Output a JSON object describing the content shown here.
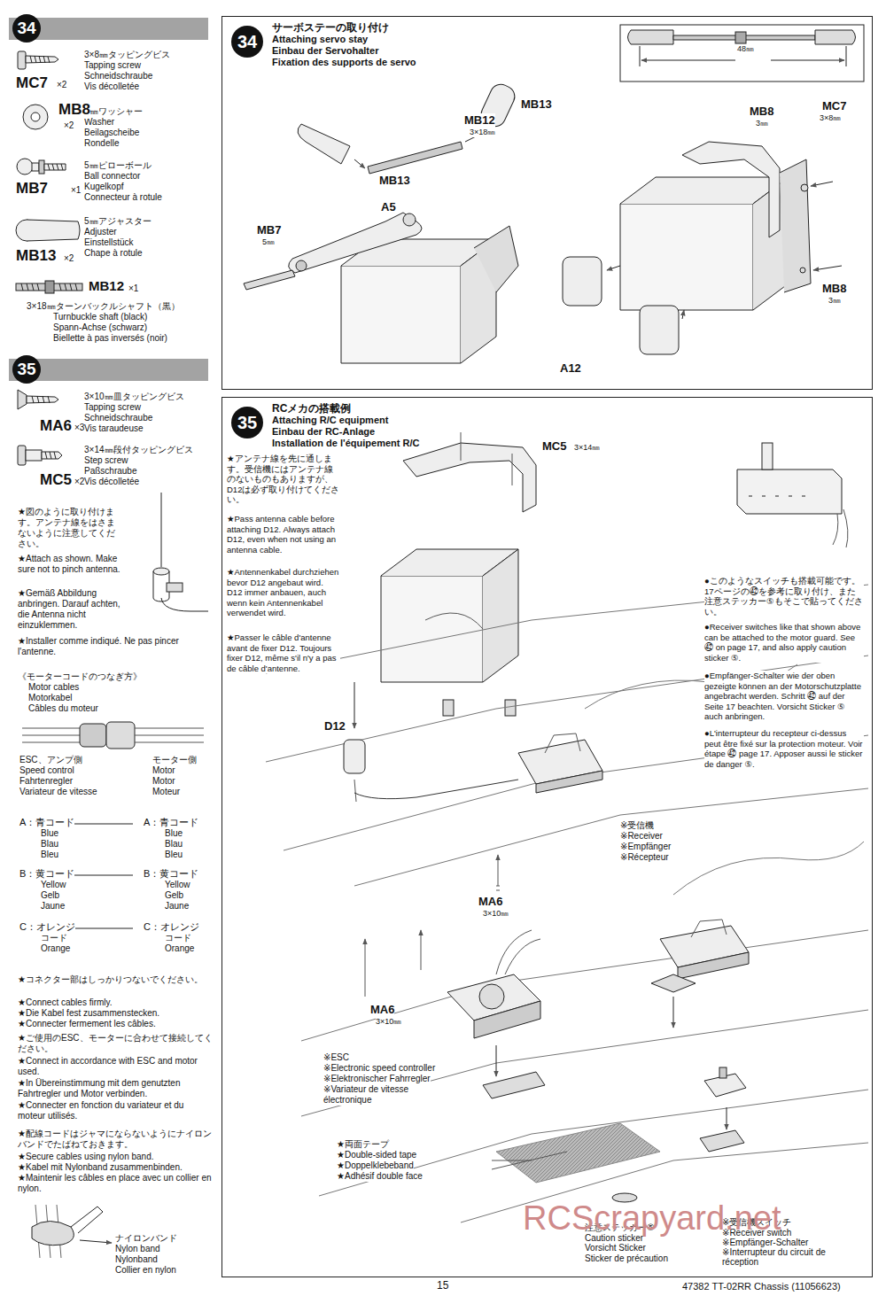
{
  "diagram": {
    "nodes": [
      {
        "text": [
          "34"
        ]
      },
      {
        "text": [
          "サーボステーの取り付け",
          "Attaching servo stay",
          "Einbau der Servohalter",
          "Fixation des supports de servo"
        ]
      },
      {
        "text": [
          "34"
        ],
        "in": 1
      },
      {
        "text": [
          "35"
        ]
      },
      {
        "text": [
          "RCメカの搭載例",
          "Attaching R/C equipment",
          "Einbau der RC-Anlage",
          "Installation de l'équipement R/C"
        ]
      },
      {
        "text": [
          "35"
        ],
        "in": 4
      }
    ],
    "labels": [
      "3×8㎜タッピングビス",
      "Tapping screw",
      "Schneidschraube",
      "Vis décolletée",
      "MC7",
      "×2",
      "3㎜ワッシャー",
      "Washer",
      "Beilagscheibe",
      "Rondelle",
      "MB8",
      "×2",
      "5㎜ピローボール",
      "Ball connector",
      "Kugelkopf",
      "Connecteur à rotule",
      "MB7",
      "×1",
      "5㎜アジャスター",
      "Adjuster",
      "Einstellstück",
      "Chape à rotule",
      "MB13",
      "×2",
      "MB12",
      "×1",
      "3×18㎜ターンバックルシャフト（黒）",
      "Turnbuckle shaft (black)",
      "Spann-Achse (schwarz)",
      "Biellette à pas inversés (noir)",
      "3×10㎜皿タッピングビス",
      "Tapping screw",
      "Schneidschraube",
      "Vis taraudeuse",
      "MA6",
      "×3",
      "3×14㎜段付タッピングビス",
      "Step screw",
      "Paßschraube",
      "Vis décolletée",
      "MC5",
      "×2",
      "★図のように取り付けます。アンテナ線をはさまないように注意してください。",
      "★Attach as shown. Make sure not to pinch antenna.",
      "★Gemäß Abbildung anbringen. Darauf achten, die Antenna nicht einzuklemmen.",
      "★Installer comme indiqué. Ne pas pincer l'antenne.",
      "《モーターコードのつなぎ方》",
      "Motor cables",
      "Motorkabel",
      "Câbles du moteur",
      "ESC、アンプ側",
      "Speed control",
      "Fahrtenregler",
      "Variateur de vitesse",
      "モーター側",
      "Motor",
      "Motor",
      "Moteur",
      "A：青コード",
      "Blue",
      "Blau",
      "Bleu",
      "A：青コード",
      "Blue",
      "Blau",
      "Bleu",
      "B：黄コード",
      "Yellow",
      "Gelb",
      "Jaune",
      "B：黄コード",
      "Yellow",
      "Gelb",
      "Jaune",
      "C：オレンジ",
      "コード",
      "Orange",
      "C：オレンジ",
      "コード",
      "Orange",
      "★コネクター部はしっかりつないでください。",
      "★Connect cables firmly.",
      "★Die Kabel fest zusammenstecken.",
      "★Connecter fermement les câbles.",
      "★ご使用のESC、モーターに合わせて接続してください。",
      "★Connect in accordance with ESC and motor used.",
      "★In Übereinstimmung mit dem genutzten Fahrtregler und Motor verbinden.",
      "★Connecter en fonction du variateur et du moteur utilisés.",
      "★配線コードはジャマにならないようにナイロンバンドでたばねておきます。",
      "★Secure cables using nylon band.",
      "★Kabel mit Nylonband zusammenbinden.",
      "★Maintenir les câbles en place avec un collier en nylon.",
      "ナイロンバンド",
      "Nylon band",
      "Nylonband",
      "Collier en nylon",
      "48㎜",
      "MB13",
      "MB12",
      "3×18㎜",
      "MB13",
      "A5",
      "MB7",
      "5㎜",
      "MB8",
      "3㎜",
      "MC7",
      "3×8㎜",
      "MB8",
      "3㎜",
      "A12",
      "★アンテナ線を先に通します。受信機にはアンテナ線のないものもありますが、D12は必ず取り付けてください。",
      "★Pass antenna cable before attaching D12. Always attach D12, even when not using an antenna cable.",
      "★Antennenkabel durchziehen bevor D12 angebaut wird. D12 immer anbauen, auch wenn kein Antennenkabel verwendet wird.",
      "★Passer le câble d'antenne avant de fixer D12. Toujours fixer D12, même s'il n'y a pas de câble d'antenne.",
      "MC5",
      "3×14㎜",
      "D12",
      "MA6",
      "3×10㎜",
      "MA6",
      "3×10㎜",
      "※受信機",
      "※Receiver",
      "※Empfänger",
      "※Récepteur",
      "※ESC",
      "※Electronic speed controller",
      "※Elektronischer Fahrregler",
      "※Variateur de vitesse électronique",
      "★両面テープ",
      "★Double-sided tape",
      "★Doppelklebeband",
      "★Adhésif double face",
      "注意ステッカー⑤",
      "Caution sticker",
      "Vorsicht Sticker",
      "Sticker de précaution",
      "※受信機スイッチ",
      "※Receiver switch",
      "※Empfänger-Schalter",
      "※Interrupteur du circuit de réception",
      "●このようなスイッチも搭載可能です。17ページの㊷を参考に取り付け、また注意ステッカー⑤もそこで貼ってください。",
      "●Receiver switches like that shown above can be attached to the motor guard. See ㊷ on page 17, and also apply caution sticker ⑤.",
      "●Empfänger-Schalter wie der oben gezeigte können an der Motorschutzplatte angebracht werden. Schritt ㊷ auf der Seite 17 beachten. Vorsicht Sticker ⑤ auch anbringen.",
      "●L'interrupteur du recepteur ci-dessus peut être fixé sur la protection moteur. Voir étape ㊷ page 17. Apposer aussi le sticker de danger ⑤.",
      "RCScrapyard.net",
      "15",
      "47382 TT-02RR Chassis (11056623)"
    ]
  }
}
